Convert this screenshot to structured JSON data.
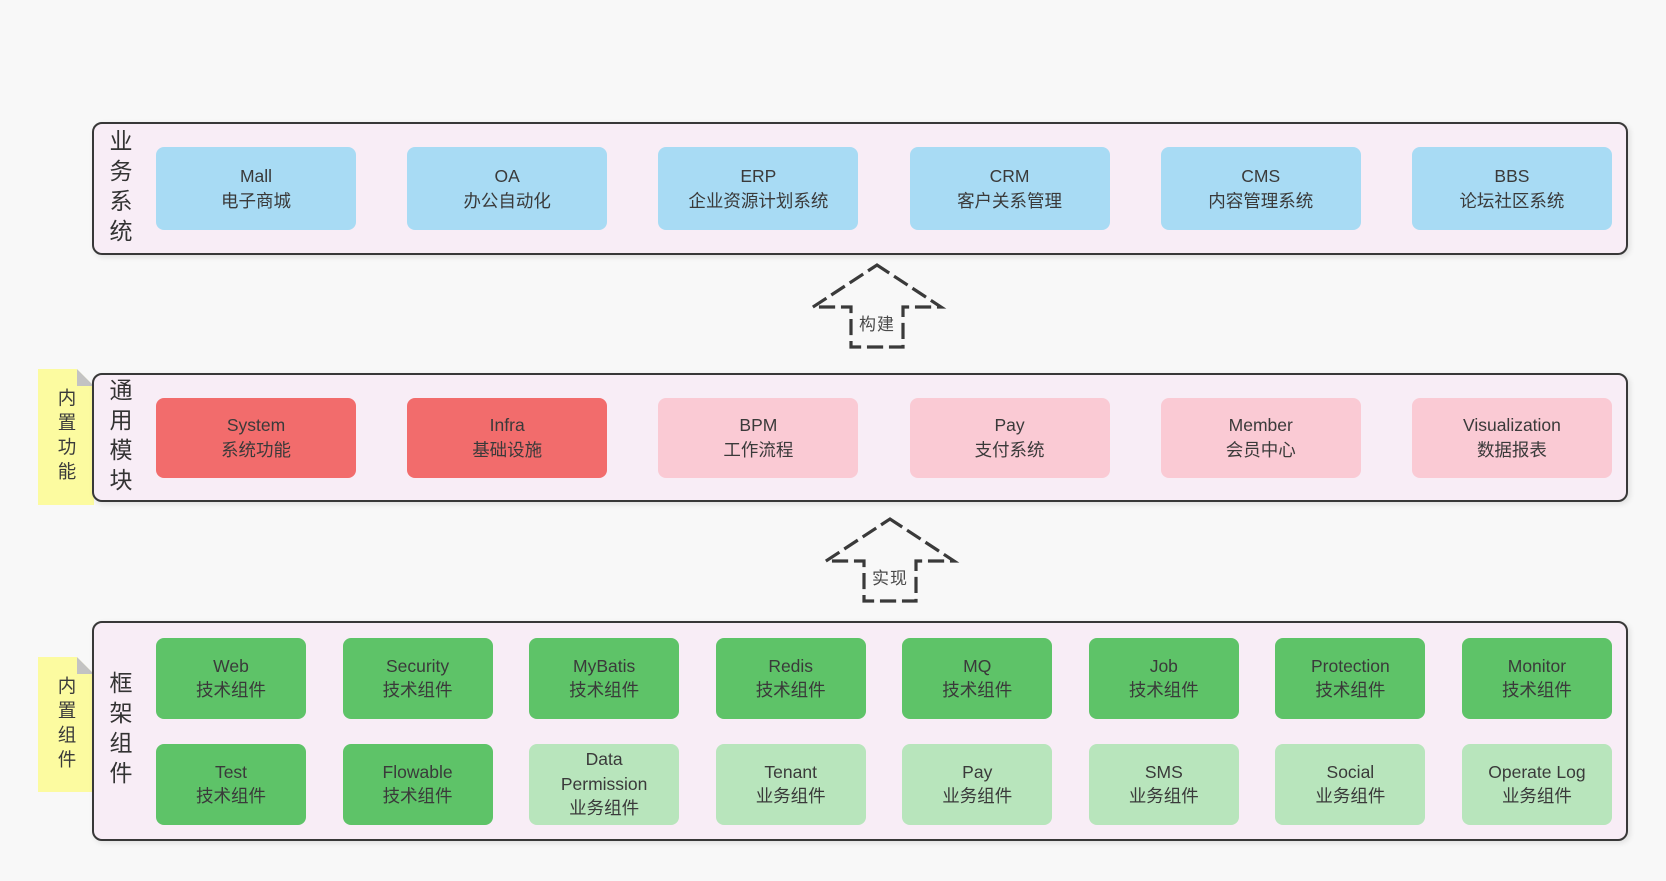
{
  "colors": {
    "page": "#f8f8f8",
    "panel": "#f8edf6",
    "border": "#383838",
    "blue": "#a8dbf4",
    "red": "#f26c6c",
    "pink": "#facad4",
    "green": "#5ec368",
    "lightgreen": "#b8e5bc",
    "tab": "#fcfba0",
    "fold": "#c3c3c3"
  },
  "sections": {
    "business": {
      "label": "业务系统",
      "boxes": [
        {
          "name": "Mall",
          "desc": "电子商城",
          "color": "blue"
        },
        {
          "name": "OA",
          "desc": "办公自动化",
          "color": "blue"
        },
        {
          "name": "ERP",
          "desc": "企业资源计划系统",
          "color": "blue"
        },
        {
          "name": "CRM",
          "desc": "客户关系管理",
          "color": "blue"
        },
        {
          "name": "CMS",
          "desc": "内容管理系统",
          "color": "blue"
        },
        {
          "name": "BBS",
          "desc": "论坛社区系统",
          "color": "blue"
        }
      ]
    },
    "modules": {
      "label": "通用模块",
      "tab": "内置功能",
      "boxes": [
        {
          "name": "System",
          "desc": "系统功能",
          "color": "red"
        },
        {
          "name": "Infra",
          "desc": "基础设施",
          "color": "red"
        },
        {
          "name": "BPM",
          "desc": "工作流程",
          "color": "pink"
        },
        {
          "name": "Pay",
          "desc": "支付系统",
          "color": "pink"
        },
        {
          "name": "Member",
          "desc": "会员中心",
          "color": "pink"
        },
        {
          "name": "Visualization",
          "desc": "数据报表",
          "color": "pink"
        }
      ]
    },
    "framework": {
      "label": "框架组件",
      "tab": "内置组件",
      "rows": [
        [
          {
            "name": "Web",
            "desc": "技术组件",
            "color": "green"
          },
          {
            "name": "Security",
            "desc": "技术组件",
            "color": "green"
          },
          {
            "name": "MyBatis",
            "desc": "技术组件",
            "color": "green"
          },
          {
            "name": "Redis",
            "desc": "技术组件",
            "color": "green"
          },
          {
            "name": "MQ",
            "desc": "技术组件",
            "color": "green"
          },
          {
            "name": "Job",
            "desc": "技术组件",
            "color": "green"
          },
          {
            "name": "Protection",
            "desc": "技术组件",
            "color": "green"
          },
          {
            "name": "Monitor",
            "desc": "技术组件",
            "color": "green"
          }
        ],
        [
          {
            "name": "Test",
            "desc": "技术组件",
            "color": "green"
          },
          {
            "name": "Flowable",
            "desc": "技术组件",
            "color": "green"
          },
          {
            "name": "Data Permission",
            "desc": "业务组件",
            "color": "lightgreen"
          },
          {
            "name": "Tenant",
            "desc": "业务组件",
            "color": "lightgreen"
          },
          {
            "name": "Pay",
            "desc": "业务组件",
            "color": "lightgreen"
          },
          {
            "name": "SMS",
            "desc": "业务组件",
            "color": "lightgreen"
          },
          {
            "name": "Social",
            "desc": "业务组件",
            "color": "lightgreen"
          },
          {
            "name": "Operate Log",
            "desc": "业务组件",
            "color": "lightgreen"
          }
        ]
      ]
    }
  },
  "arrows": {
    "build": {
      "label": "构建"
    },
    "implement": {
      "label": "实现"
    }
  }
}
